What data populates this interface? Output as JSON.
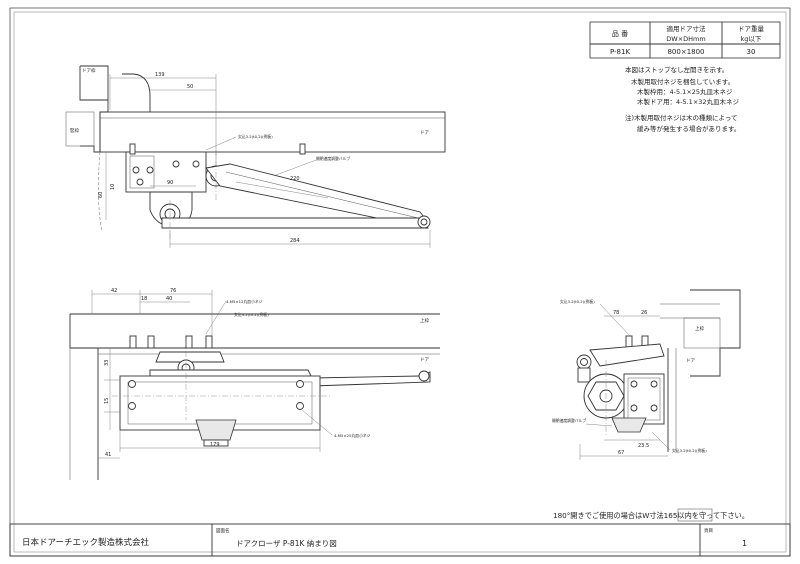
{
  "spec_table": {
    "h_product": "品  番",
    "h_door_size": "適用ドア寸法",
    "h_door_size_unit": "DW×DHmm",
    "h_door_weight": "ドア重量",
    "h_door_weight_unit": "kg以下",
    "product": "P-81K",
    "door_size": "800×1800",
    "door_weight": "30"
  },
  "notes": [
    "本図はストップなし左開きを示す。",
    "木製用取付ネジを梱包しています。",
    "木製枠用：4-5.1×25丸皿木ネジ",
    "木製ドア用：4-5.1×32丸皿木ネジ",
    "注)木製用取付ネジは木の種類によって",
    "緩み等が発生する場合があります。"
  ],
  "top_view": {
    "frame_label": "ドア枠",
    "wall_label": "竪枠",
    "door_label": "ドア",
    "dim_139": "139",
    "dim_50": "50",
    "dim_220": "220",
    "dim_90": "90",
    "dim_284": "284",
    "dim_60": "60",
    "dim_10": "10",
    "label_cut": "欠込3.2(t0.2)(例板)",
    "label_valve": "開閉速度調整バルブ"
  },
  "front_view": {
    "dim_42": "42",
    "dim_76": "76",
    "dim_18": "18",
    "dim_40": "40",
    "dim_179": "179",
    "dim_41": "41",
    "dim_33": "33",
    "dim_15": "15",
    "label_screw_top": "4-M5×12丸皿小ネジ",
    "label_cut": "欠込3.2(t0.2)(例板)",
    "label_screw_bottom": "4-M5×25丸皿小ネジ",
    "label_top": "上枠",
    "label_door": "ドア"
  },
  "side_view": {
    "label_cut_top": "欠込3.2(t0.2)(例板)",
    "label_valve": "開閉速度調整バルブ",
    "label_cut_bottom": "欠込3.2(t0.2)(例板)",
    "dim_78": "78",
    "dim_26": "26",
    "dim_67": "67",
    "dim_23_5": "23.5",
    "label_top": "上枠",
    "label_door": "ドア"
  },
  "bottom_note": "180°開きでご使用の場合はW寸法165以内を守って下さい。",
  "title_block": {
    "company": "日本ドアーチエック製造株式会社",
    "drawing_label": "図面名",
    "drawing_name": "ドアクローザ  P-81K  納まり図",
    "sheet_label": "頁目",
    "sheet_no": "1"
  }
}
